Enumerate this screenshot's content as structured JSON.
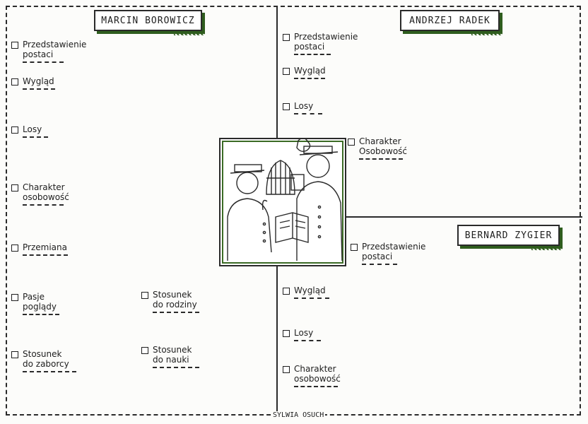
{
  "characters": [
    {
      "name": "MARCIN BOROWICZ"
    },
    {
      "name": "ANDRZEJ RADEK"
    },
    {
      "name": "BERNARD ZYGIER"
    }
  ],
  "items": {
    "m_przedstawienie_1": "Przedstawienie",
    "m_przedstawienie_2": "postaci",
    "m_wyglad": "Wygląd",
    "m_losy": "Losy",
    "m_charakter_1": "Charakter",
    "m_charakter_2": "osobowość",
    "m_przemiana": "Przemiana",
    "m_pasje_1": "Pasje",
    "m_pasje_2": "poglądy",
    "m_zaborcy_1": "Stosunek",
    "m_zaborcy_2": "do zaborcy",
    "m_rodziny_1": "Stosunek",
    "m_rodziny_2": "do rodziny",
    "m_nauki_1": "Stosunek",
    "m_nauki_2": "do nauki",
    "a_przedstawienie_1": "Przedstawienie",
    "a_przedstawienie_2": "postaci",
    "a_wyglad": "Wygląd",
    "a_losy": "Losy",
    "a_charakter_1": "Charakter",
    "a_charakter_2": "Osobowość",
    "b_przedstawienie_1": "Przedstawienie",
    "b_przedstawienie_2": "postaci",
    "b_wyglad": "Wygląd",
    "b_losy": "Losy",
    "b_charakter_1": "Charakter",
    "b_charakter_2": "osobowość"
  },
  "signature": "SYLWIA OSUCH",
  "colors": {
    "accent": "#2f5d1e",
    "ink": "#1e1e1e"
  }
}
